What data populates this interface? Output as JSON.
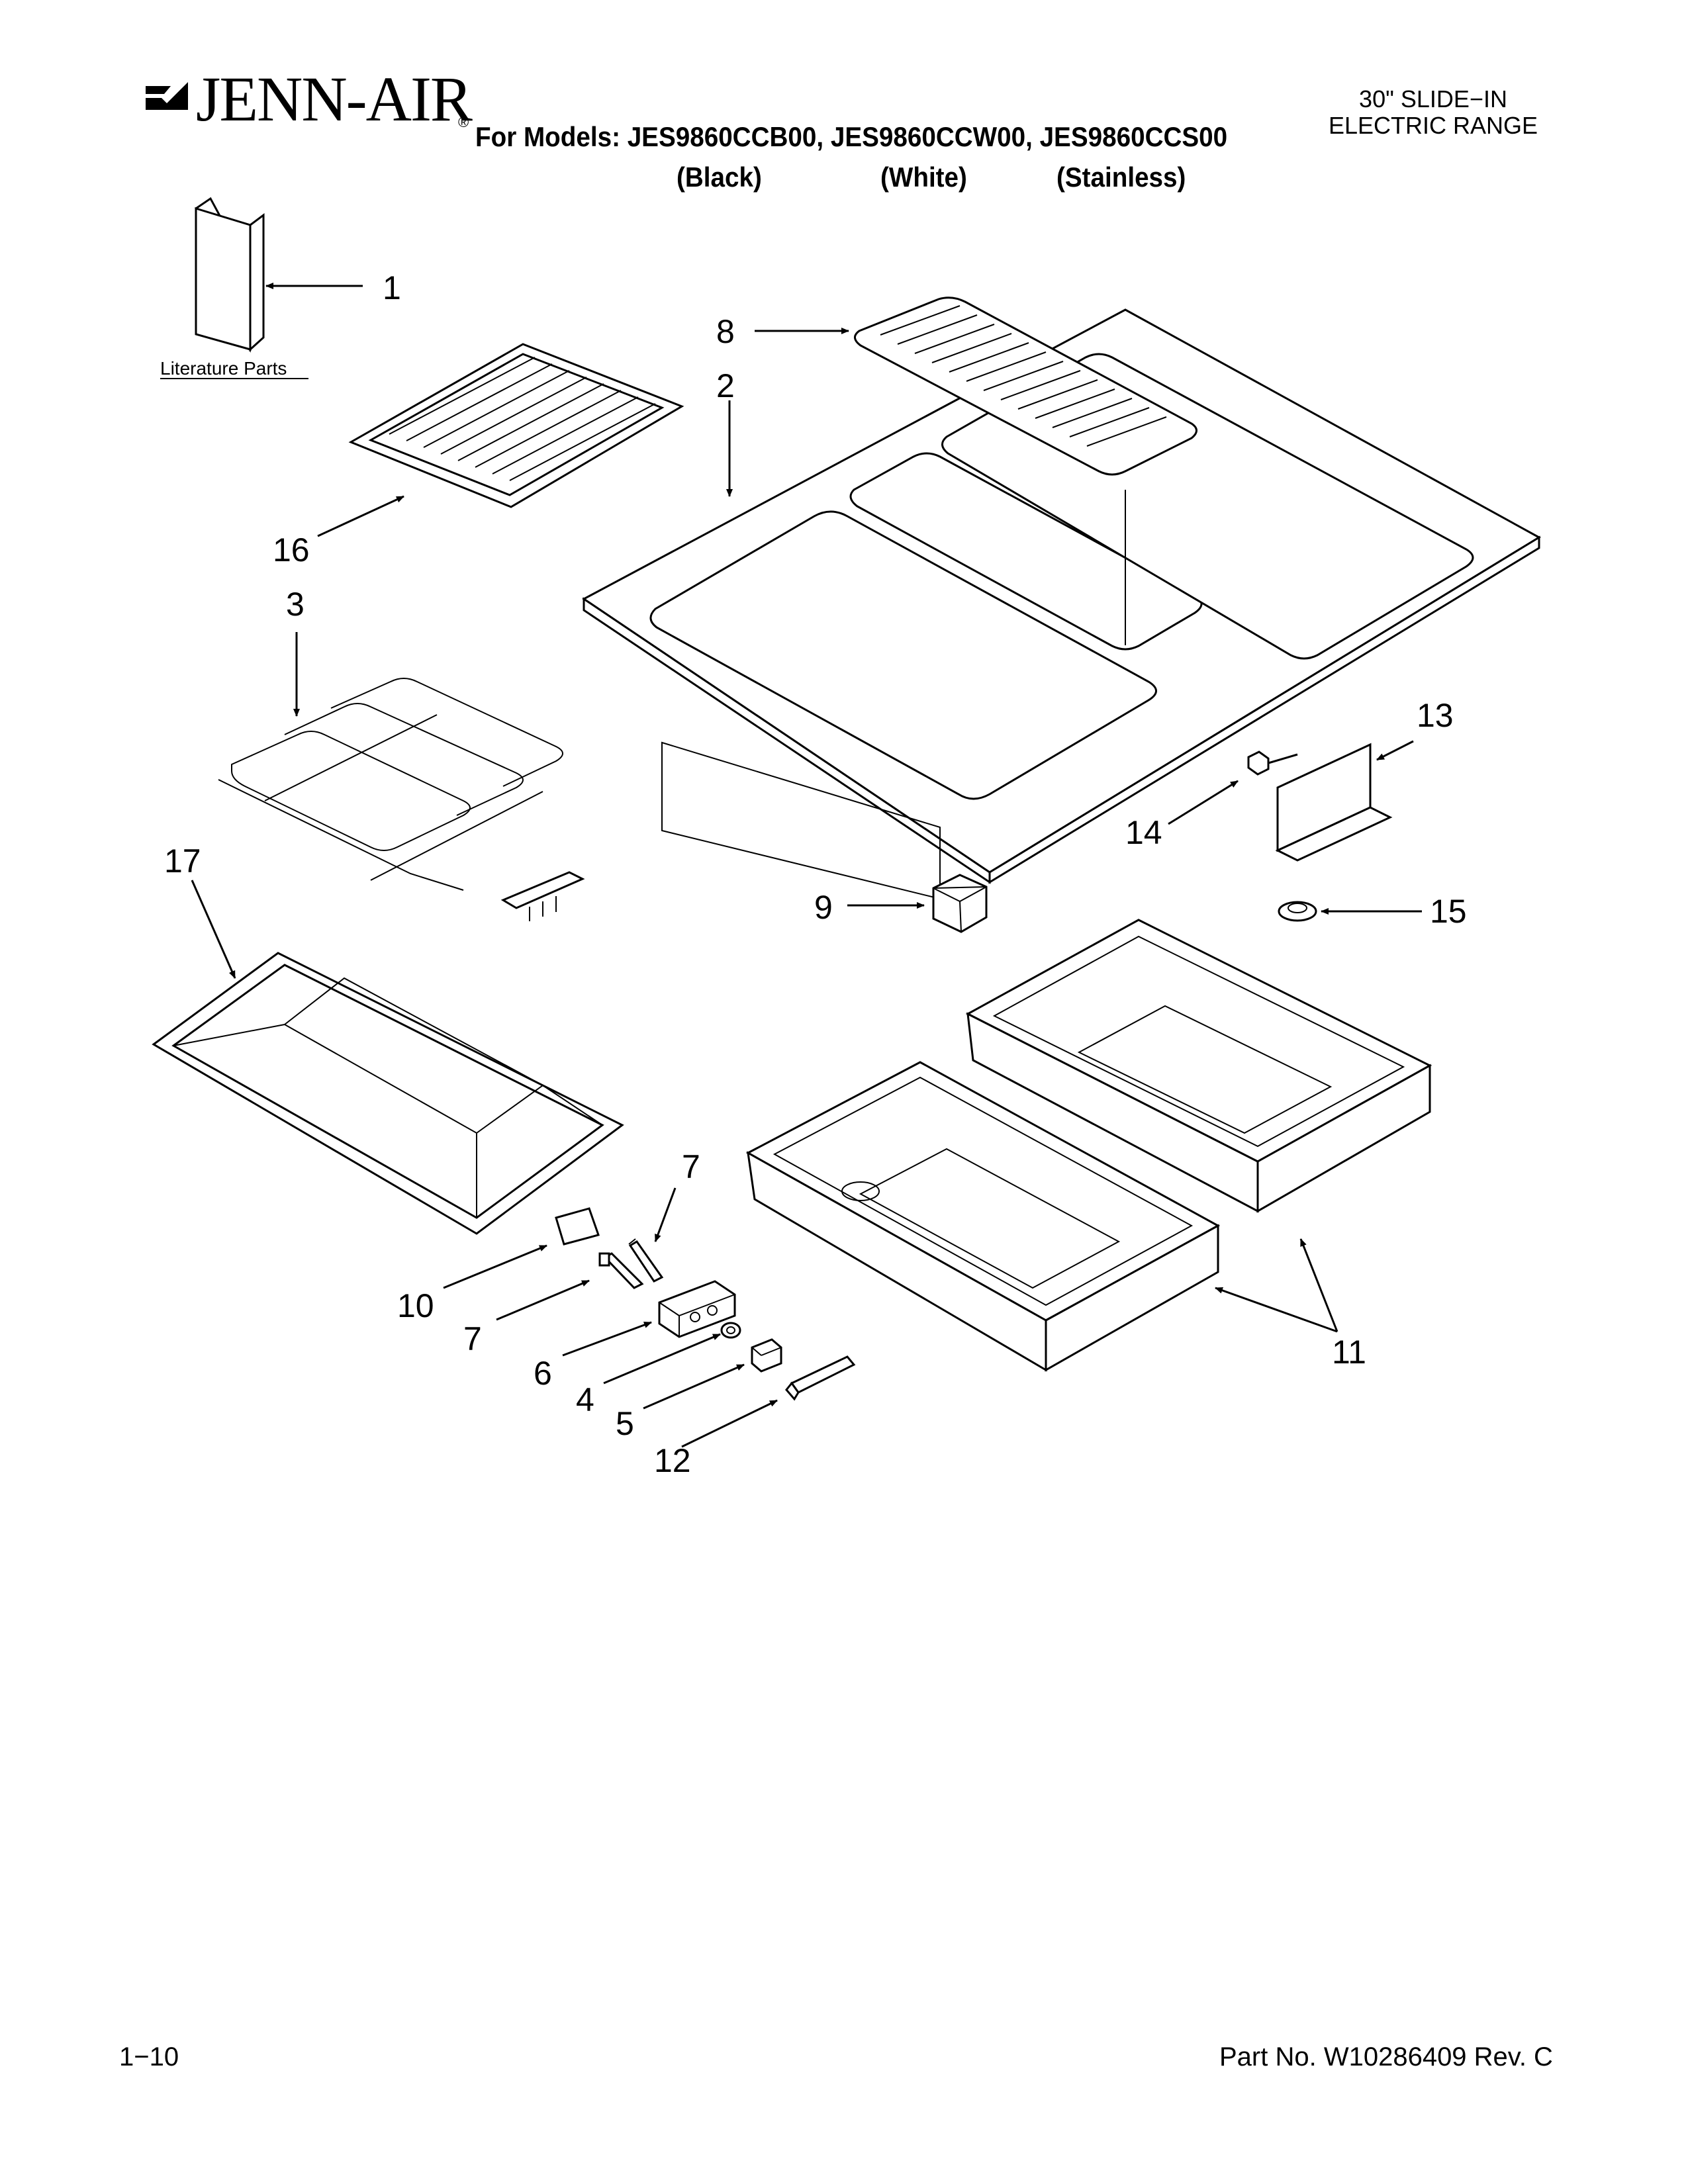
{
  "header": {
    "brand": "JENN-AIR",
    "registered_mark": "®",
    "models_line": "For Models: JES9860CCB00, JES9860CCW00, JES9860CCS00",
    "finishes": [
      "(Black)",
      "(White)",
      "(Stainless)"
    ],
    "product_type_line1": "30\" SLIDE−IN",
    "product_type_line2": "ELECTRIC RANGE"
  },
  "diagram": {
    "literature_label": "Literature Parts",
    "callouts": [
      "1",
      "8",
      "2",
      "16",
      "3",
      "13",
      "14",
      "17",
      "9",
      "15",
      "7",
      "10",
      "7",
      "6",
      "4",
      "5",
      "12",
      "11"
    ],
    "parts": [
      {
        "id": "1",
        "icon": "literature-booklet-icon"
      },
      {
        "id": "2",
        "icon": "cooktop-panel-icon"
      },
      {
        "id": "3",
        "icon": "heating-element-icon"
      },
      {
        "id": "4",
        "icon": "nut-icon"
      },
      {
        "id": "5",
        "icon": "clip-icon"
      },
      {
        "id": "6",
        "icon": "terminal-block-icon"
      },
      {
        "id": "7",
        "icon": "terminal-icon"
      },
      {
        "id": "8",
        "icon": "vent-grille-icon"
      },
      {
        "id": "9",
        "icon": "bumper-icon"
      },
      {
        "id": "10",
        "icon": "plate-icon"
      },
      {
        "id": "11",
        "icon": "burner-box-icon"
      },
      {
        "id": "12",
        "icon": "bracket-icon"
      },
      {
        "id": "13",
        "icon": "bracket-icon"
      },
      {
        "id": "14",
        "icon": "screw-icon"
      },
      {
        "id": "15",
        "icon": "plug-button-icon"
      },
      {
        "id": "16",
        "icon": "grill-grate-icon"
      },
      {
        "id": "17",
        "icon": "grease-pan-icon"
      }
    ]
  },
  "footer": {
    "page_number": "1−10",
    "part_number": "Part No. W10286409 Rev. C"
  }
}
